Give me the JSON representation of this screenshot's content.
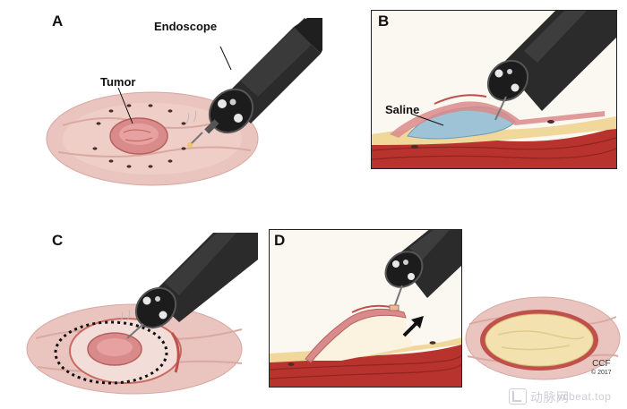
{
  "panels": {
    "a": {
      "letter": "A",
      "tumor_label": "Tumor",
      "scope_label": "Endoscope"
    },
    "b": {
      "letter": "B",
      "saline_label": "Saline"
    },
    "c": {
      "letter": "C"
    },
    "d": {
      "letter": "D"
    }
  },
  "credit": {
    "line1": "CCF",
    "line2": "© 2017"
  },
  "watermark": {
    "logo_text": "动脉网",
    "url": "vcbeat.top"
  },
  "colors": {
    "mucosa": "#e9c0bb",
    "tumor": "#d98a8a",
    "muscle": "#b8332d",
    "submucosa": "#f0d79a",
    "saline": "#9fc3d6",
    "scope_body": "#2a2a2a"
  },
  "icons": [
    "endoscope-icon",
    "arrow-up-right-icon"
  ]
}
